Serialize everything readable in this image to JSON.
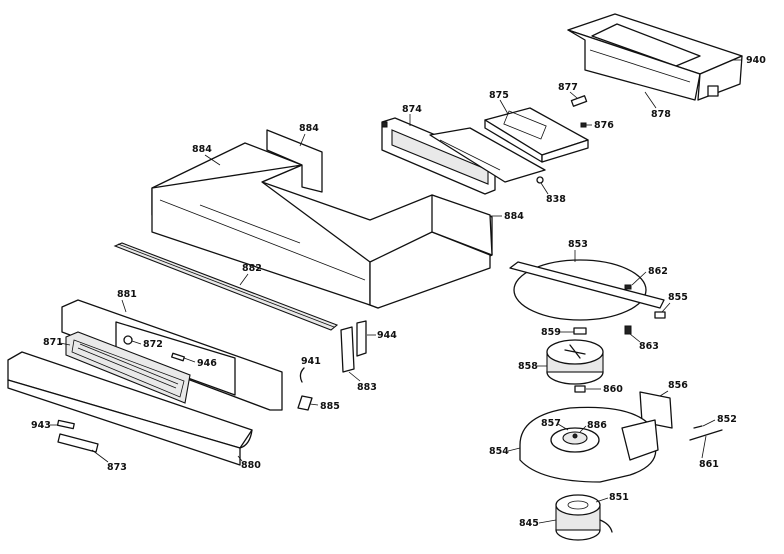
{
  "callouts": {
    "c940": "940",
    "c878": "878",
    "c877": "877",
    "c876": "876",
    "c875": "875",
    "c874": "874",
    "c838": "838",
    "c884a": "884",
    "c884b": "884",
    "c884c": "884",
    "c882": "882",
    "c881": "881",
    "c871": "871",
    "c872": "872",
    "c946": "946",
    "c944": "944",
    "c883": "883",
    "c941": "941",
    "c885": "885",
    "c943": "943",
    "c873": "873",
    "c880": "880",
    "c853": "853",
    "c862": "862",
    "c855": "855",
    "c859": "859",
    "c863": "863",
    "c858": "858",
    "c860": "860",
    "c856": "856",
    "c852": "852",
    "c857": "857",
    "c886": "886",
    "c854": "854",
    "c861": "861",
    "c851": "851",
    "c845": "845"
  }
}
